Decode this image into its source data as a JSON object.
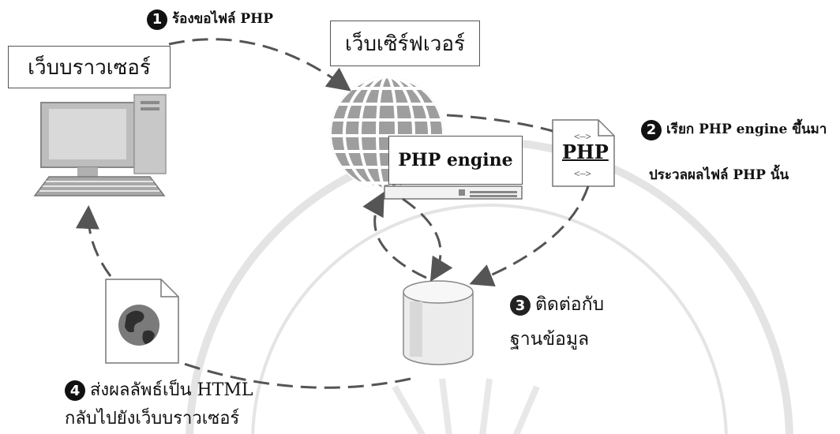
{
  "boxes": {
    "browser": "เว็บบราวเซอร์",
    "webserver": "เว็บเซิร์ฟเวอร์",
    "engine": "PHP engine"
  },
  "php_file_label": "PHP",
  "steps": {
    "s1": {
      "num": "1",
      "text": "ร้องขอไฟล์ PHP"
    },
    "s2": {
      "num": "2",
      "line1": "เรียก PHP engine ขึ้นมา",
      "line2": "ประวลผลไฟล์ PHP นั้น"
    },
    "s3": {
      "num": "3",
      "line1": "ติดต่อกับ",
      "line2": "ฐานข้อมูล"
    },
    "s4": {
      "num": "4",
      "line1": "ส่งผลลัพธ์เป็น HTML",
      "line2": "กลับไปยังเว็บบราวเซอร์"
    }
  }
}
